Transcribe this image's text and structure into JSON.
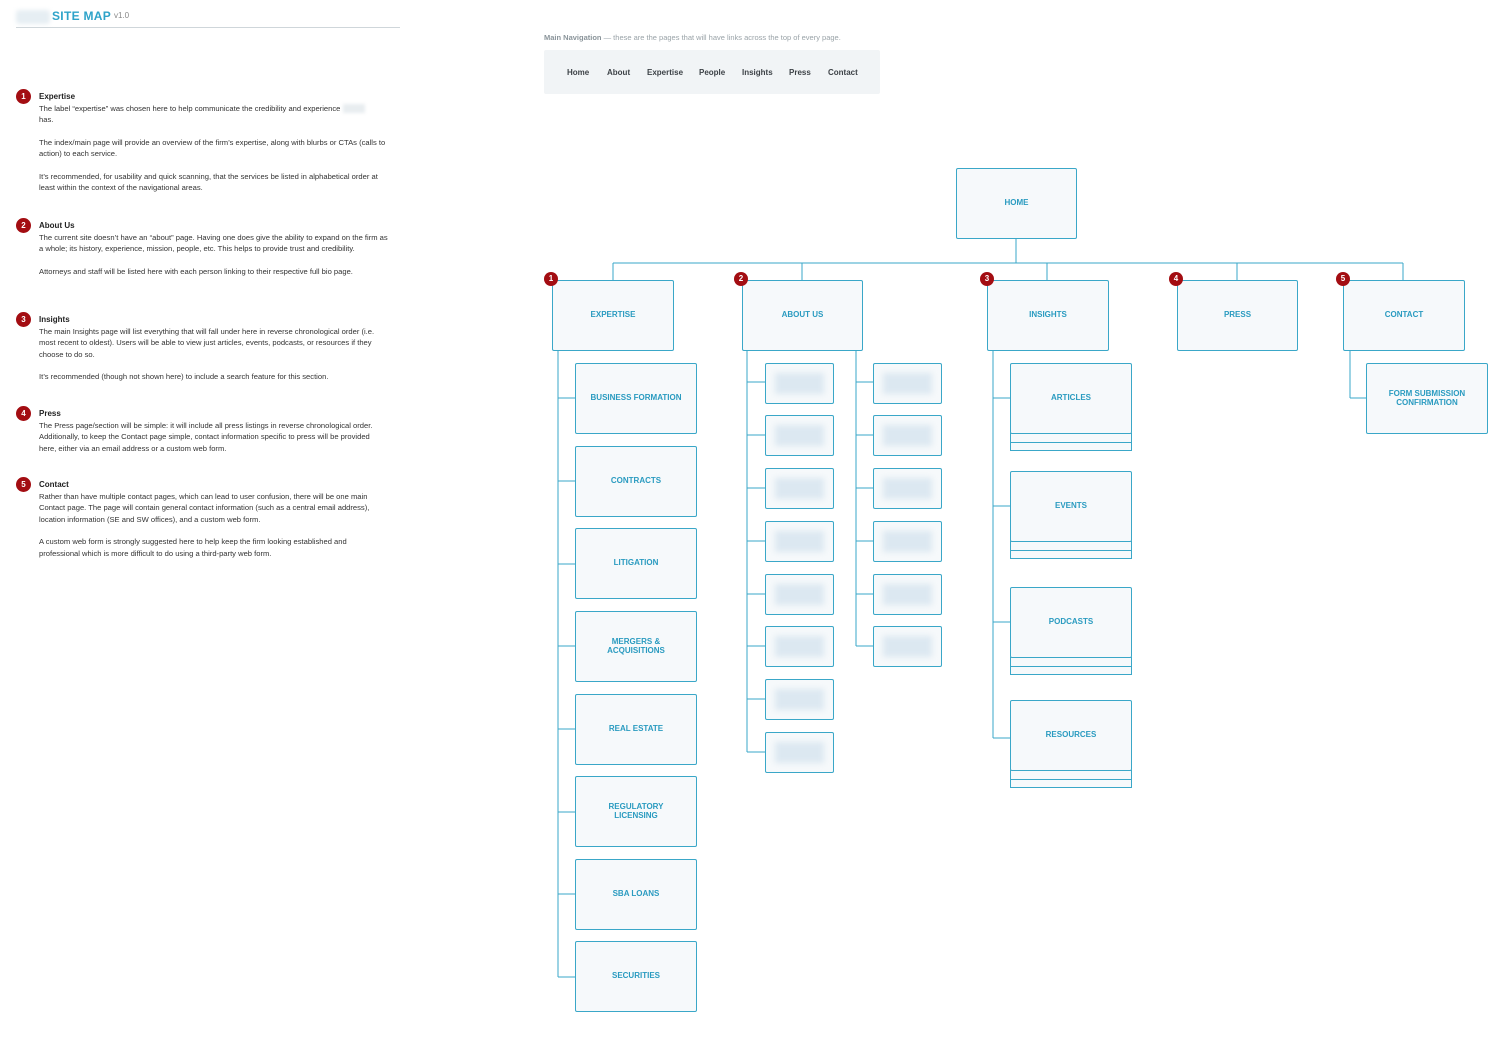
{
  "header": {
    "title": "SITE MAP",
    "version": "v1.0"
  },
  "notes": [
    {
      "num": "1",
      "heading": "Expertise",
      "paragraphs": [
        "The label “expertise” was chosen here to help communicate the credibility and experience",
        "has.",
        "The index/main page will provide an overview of the firm’s expertise, along with blurbs or CTAs (calls to action) to each service.",
        "It’s recommended, for usability and quick scanning, that the services be listed in alphabetical order at least within the context of the navigational areas."
      ]
    },
    {
      "num": "2",
      "heading": "About Us",
      "paragraphs": [
        "The current site doesn’t have an “about” page. Having one does give the ability to expand on the firm as a whole; its history, experience, mission, people, etc. This helps to provide trust and credibility.",
        "Attorneys and staff will be listed here with each person linking to their respective full bio page."
      ]
    },
    {
      "num": "3",
      "heading": "Insights",
      "paragraphs": [
        "The main Insights page will list everything that will fall under here in reverse chronological order (i.e. most recent to oldest). Users will be able to view just articles, events, podcasts, or resources if they choose to do so.",
        "It’s recommended (though not shown here) to include a search feature for this section."
      ]
    },
    {
      "num": "4",
      "heading": "Press",
      "paragraphs": [
        "The Press page/section will be simple: it will include all press listings in reverse chronological order. Additionally, to keep the Contact page simple, contact information specific to press will be provided here, either via an email address or a custom web form."
      ]
    },
    {
      "num": "5",
      "heading": "Contact",
      "paragraphs": [
        "Rather than have multiple contact pages, which can lead to user confusion, there will be one main Contact page. The page will contain general contact information (such as a central email address), location information (SE and SW offices), and a custom web form.",
        "A custom web form is strongly suggested here to help keep the firm looking established and professional which is more difficult to do using a third-party web form."
      ]
    }
  ],
  "nav": {
    "caption_bold": "Main Navigation",
    "caption_rest": " — these are the pages that will have links across the top of every page.",
    "links": [
      "Home",
      "About",
      "Expertise",
      "People",
      "Insights",
      "Press",
      "Contact"
    ]
  },
  "sitemap": {
    "home": "HOME",
    "sections": [
      {
        "num": "1",
        "label": "EXPERTISE",
        "children": [
          "BUSINESS FORMATION",
          "CONTRACTS",
          "LITIGATION",
          "MERGERS & ACQUISITIONS",
          "REAL ESTATE",
          "REGULATORY LICENSING",
          "SBA LOANS",
          "SECURITIES"
        ]
      },
      {
        "num": "2",
        "label": "ABOUT US",
        "children": []
      },
      {
        "num": "3",
        "label": "INSIGHTS",
        "children": [
          "ARTICLES",
          "EVENTS",
          "PODCASTS",
          "RESOURCES"
        ]
      },
      {
        "num": "4",
        "label": "PRESS",
        "children": []
      },
      {
        "num": "5",
        "label": "CONTACT",
        "children": [
          "FORM SUBMISSION CONFIRMATION"
        ]
      }
    ]
  },
  "colors": {
    "accent": "#2ea3c9",
    "line": "#3aa7c8",
    "marker": "#a30d12"
  }
}
